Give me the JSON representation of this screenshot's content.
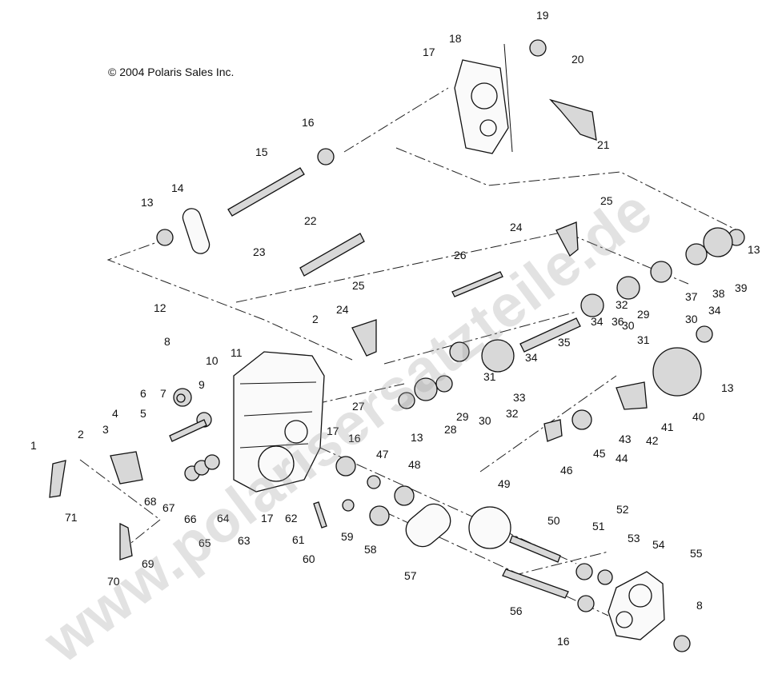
{
  "copyright": "© 2004 Polaris Sales Inc.",
  "watermark": "www.polarisersatzteile.de",
  "callouts": [
    "1",
    "2",
    "3",
    "4",
    "5",
    "6",
    "7",
    "8",
    "9",
    "10",
    "11",
    "12",
    "13",
    "14",
    "15",
    "16",
    "17",
    "18",
    "19",
    "20",
    "21",
    "22",
    "23",
    "24",
    "25",
    "26",
    "27",
    "28",
    "29",
    "30",
    "31",
    "32",
    "33",
    "34",
    "35",
    "36",
    "37",
    "38",
    "39",
    "40",
    "41",
    "42",
    "43",
    "44",
    "45",
    "46",
    "47",
    "48",
    "49",
    "50",
    "51",
    "52",
    "53",
    "54",
    "55",
    "56",
    "57",
    "58",
    "59",
    "60",
    "61",
    "62",
    "63",
    "64",
    "65",
    "66",
    "67",
    "68",
    "69",
    "70",
    "71"
  ]
}
